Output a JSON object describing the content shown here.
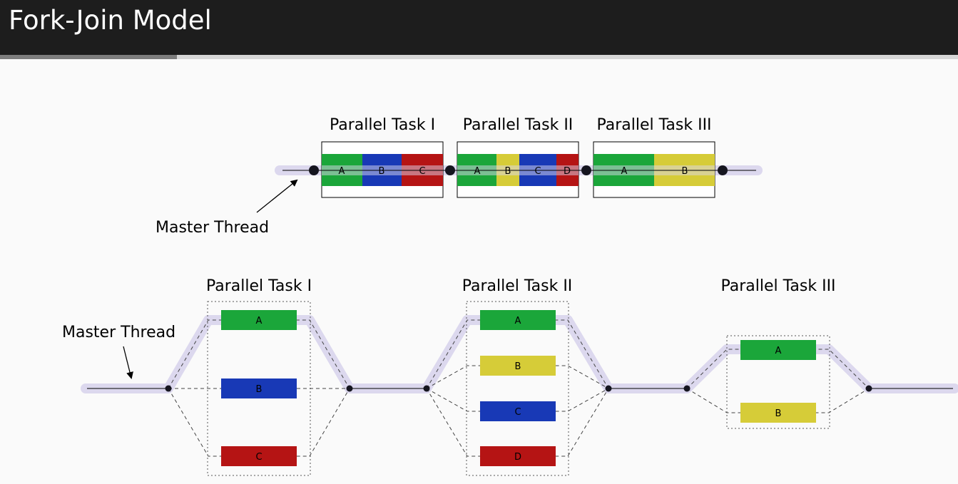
{
  "header": {
    "title": "Fork-Join Model"
  },
  "progress": {
    "fraction": 0.185
  },
  "colors": {
    "green": "#1ba63a",
    "blue": "#1839b6",
    "red": "#b51414",
    "yellow": "#d6cc38",
    "thread": "#dcd8ee"
  },
  "top": {
    "master_label": "Master Thread",
    "tasks": [
      {
        "title": "Parallel Task I",
        "segments": [
          {
            "label": "A",
            "color": "green"
          },
          {
            "label": "B",
            "color": "blue"
          },
          {
            "label": "C",
            "color": "red"
          }
        ]
      },
      {
        "title": "Parallel Task II",
        "segments": [
          {
            "label": "A",
            "color": "green"
          },
          {
            "label": "B",
            "color": "yellow"
          },
          {
            "label": "C",
            "color": "blue"
          },
          {
            "label": "D",
            "color": "red"
          }
        ]
      },
      {
        "title": "Parallel Task III",
        "segments": [
          {
            "label": "A",
            "color": "green"
          },
          {
            "label": "B",
            "color": "yellow"
          }
        ]
      }
    ]
  },
  "bottom": {
    "master_label": "Master Thread",
    "tasks": [
      {
        "title": "Parallel Task I",
        "threads": [
          {
            "label": "A",
            "color": "green"
          },
          {
            "label": "B",
            "color": "blue"
          },
          {
            "label": "C",
            "color": "red"
          }
        ]
      },
      {
        "title": "Parallel Task II",
        "threads": [
          {
            "label": "A",
            "color": "green"
          },
          {
            "label": "B",
            "color": "yellow"
          },
          {
            "label": "C",
            "color": "blue"
          },
          {
            "label": "D",
            "color": "red"
          }
        ]
      },
      {
        "title": "Parallel Task III",
        "threads": [
          {
            "label": "A",
            "color": "green"
          },
          {
            "label": "B",
            "color": "yellow"
          }
        ]
      }
    ]
  }
}
